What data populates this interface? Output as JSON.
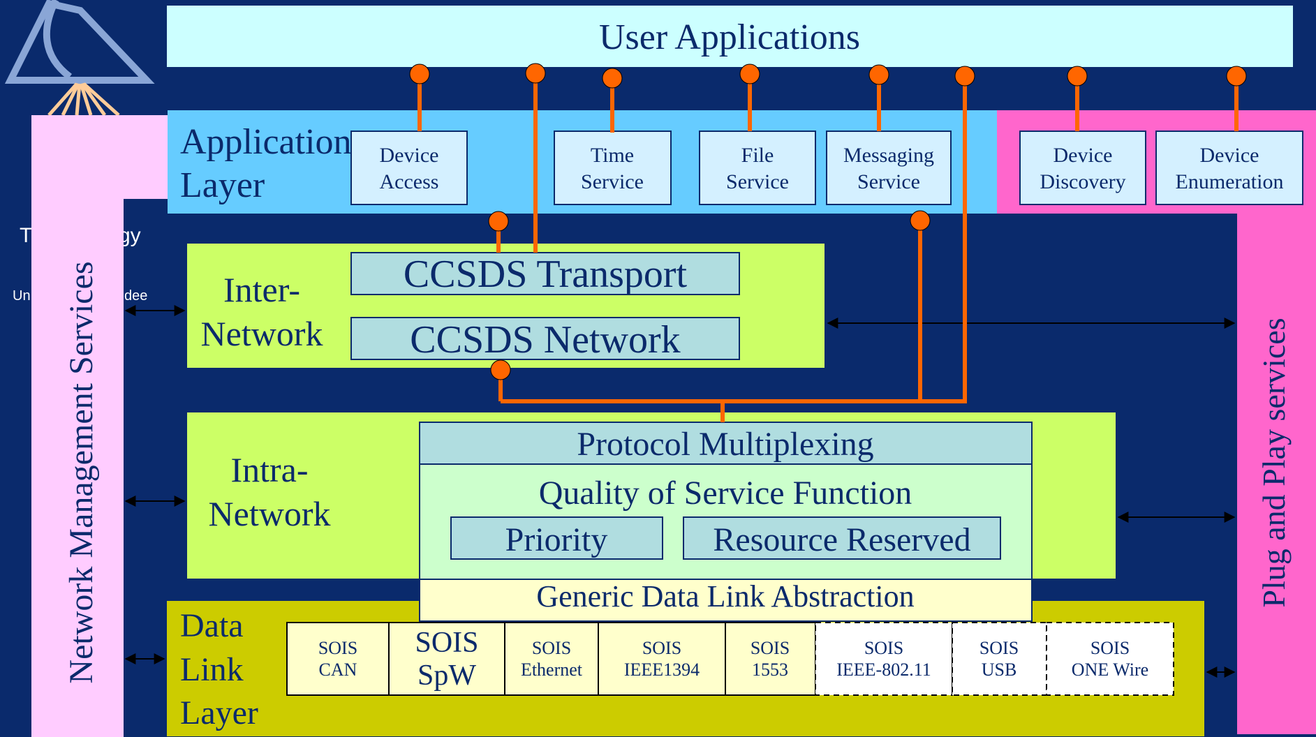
{
  "user_applications": "User Applications",
  "application_layer": {
    "line1": "Application",
    "line2": "Layer"
  },
  "services": {
    "device_access": [
      "Device",
      "Access"
    ],
    "time_service": [
      "Time",
      "Service"
    ],
    "file_service": [
      "File",
      "Service"
    ],
    "messaging_service": [
      "Messaging",
      "Service"
    ],
    "device_discovery": [
      "Device",
      "Discovery"
    ],
    "device_enumeration": [
      "Device",
      "Enumeration"
    ]
  },
  "inter_network": {
    "line1": "Inter-",
    "line2": "Network",
    "transport": "CCSDS Transport",
    "network": "CCSDS Network"
  },
  "intra_network": {
    "line1": "Intra-",
    "line2": "Network",
    "protocol_multiplexing": "Protocol Multiplexing",
    "qos": "Quality of Service Function",
    "priority": "Priority",
    "resource_reserved": "Resource Reserved",
    "generic_dla": "Generic Data Link Abstraction"
  },
  "data_link_layer": {
    "line1": "Data",
    "line2": "Link",
    "line3": "Layer"
  },
  "sois_links": [
    {
      "l1": "SOIS",
      "l2": "CAN"
    },
    {
      "l1": "SOIS",
      "l2": "SpW"
    },
    {
      "l1": "SOIS",
      "l2": "Ethernet"
    },
    {
      "l1": "SOIS",
      "l2": "IEEE1394"
    },
    {
      "l1": "SOIS",
      "l2": "1553"
    },
    {
      "l1": "SOIS",
      "l2": "IEEE-802.11"
    },
    {
      "l1": "SOIS",
      "l2": "USB"
    },
    {
      "l1": "SOIS",
      "l2": "ONE Wire"
    }
  ],
  "network_management_services": "Network Management Services",
  "plug_and_play_services": "Plug and Play services",
  "logo_fragments": {
    "a": "T",
    "b": "gy",
    "c": "Un",
    "d": "dee"
  },
  "colors": {
    "background": "#0a2a6c",
    "user_apps": "#ccffff",
    "application_layer": "#66ccff",
    "service_box": "#d4f0ff",
    "pnp": "#ff66cc",
    "nms": "#ffccff",
    "lime": "#ccff66",
    "ccsds_box": "#b0dde0",
    "qos_bg": "#ccffcc",
    "gdla": "#ffffcc",
    "data_link": "#cccc00",
    "connector": "#ff6600"
  }
}
